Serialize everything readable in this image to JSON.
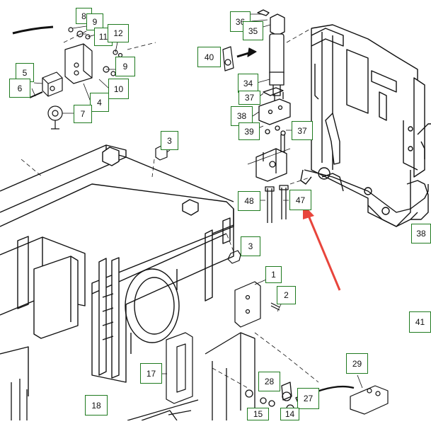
{
  "diagram": {
    "callouts": [
      {
        "id": "c8a",
        "label": "8"
      },
      {
        "id": "c9a",
        "label": "9"
      },
      {
        "id": "c11",
        "label": "11"
      },
      {
        "id": "c12",
        "label": "12"
      },
      {
        "id": "c9b",
        "label": "9"
      },
      {
        "id": "c10",
        "label": "10"
      },
      {
        "id": "c5",
        "label": "5"
      },
      {
        "id": "c6",
        "label": "6"
      },
      {
        "id": "c4",
        "label": "4"
      },
      {
        "id": "c7",
        "label": "7"
      },
      {
        "id": "c3a",
        "label": "3"
      },
      {
        "id": "c36",
        "label": "36"
      },
      {
        "id": "c35",
        "label": "35"
      },
      {
        "id": "c40",
        "label": "40"
      },
      {
        "id": "c34",
        "label": "34"
      },
      {
        "id": "c37a",
        "label": "37"
      },
      {
        "id": "c38a",
        "label": "38"
      },
      {
        "id": "c39",
        "label": "39"
      },
      {
        "id": "c37b",
        "label": "37"
      },
      {
        "id": "c48",
        "label": "48"
      },
      {
        "id": "c47",
        "label": "47"
      },
      {
        "id": "c38b",
        "label": "38"
      },
      {
        "id": "c3b",
        "label": "3"
      },
      {
        "id": "c1",
        "label": "1"
      },
      {
        "id": "c2",
        "label": "2"
      },
      {
        "id": "c41",
        "label": "41"
      },
      {
        "id": "c17",
        "label": "17"
      },
      {
        "id": "c29",
        "label": "29"
      },
      {
        "id": "c28",
        "label": "28"
      },
      {
        "id": "c27",
        "label": "27"
      },
      {
        "id": "c18",
        "label": "18"
      },
      {
        "id": "c15",
        "label": "15"
      },
      {
        "id": "c14",
        "label": "14"
      }
    ],
    "colors": {
      "line": "#111111",
      "callout_border": "#1f7a1f",
      "arrow": "#e8453c"
    }
  }
}
